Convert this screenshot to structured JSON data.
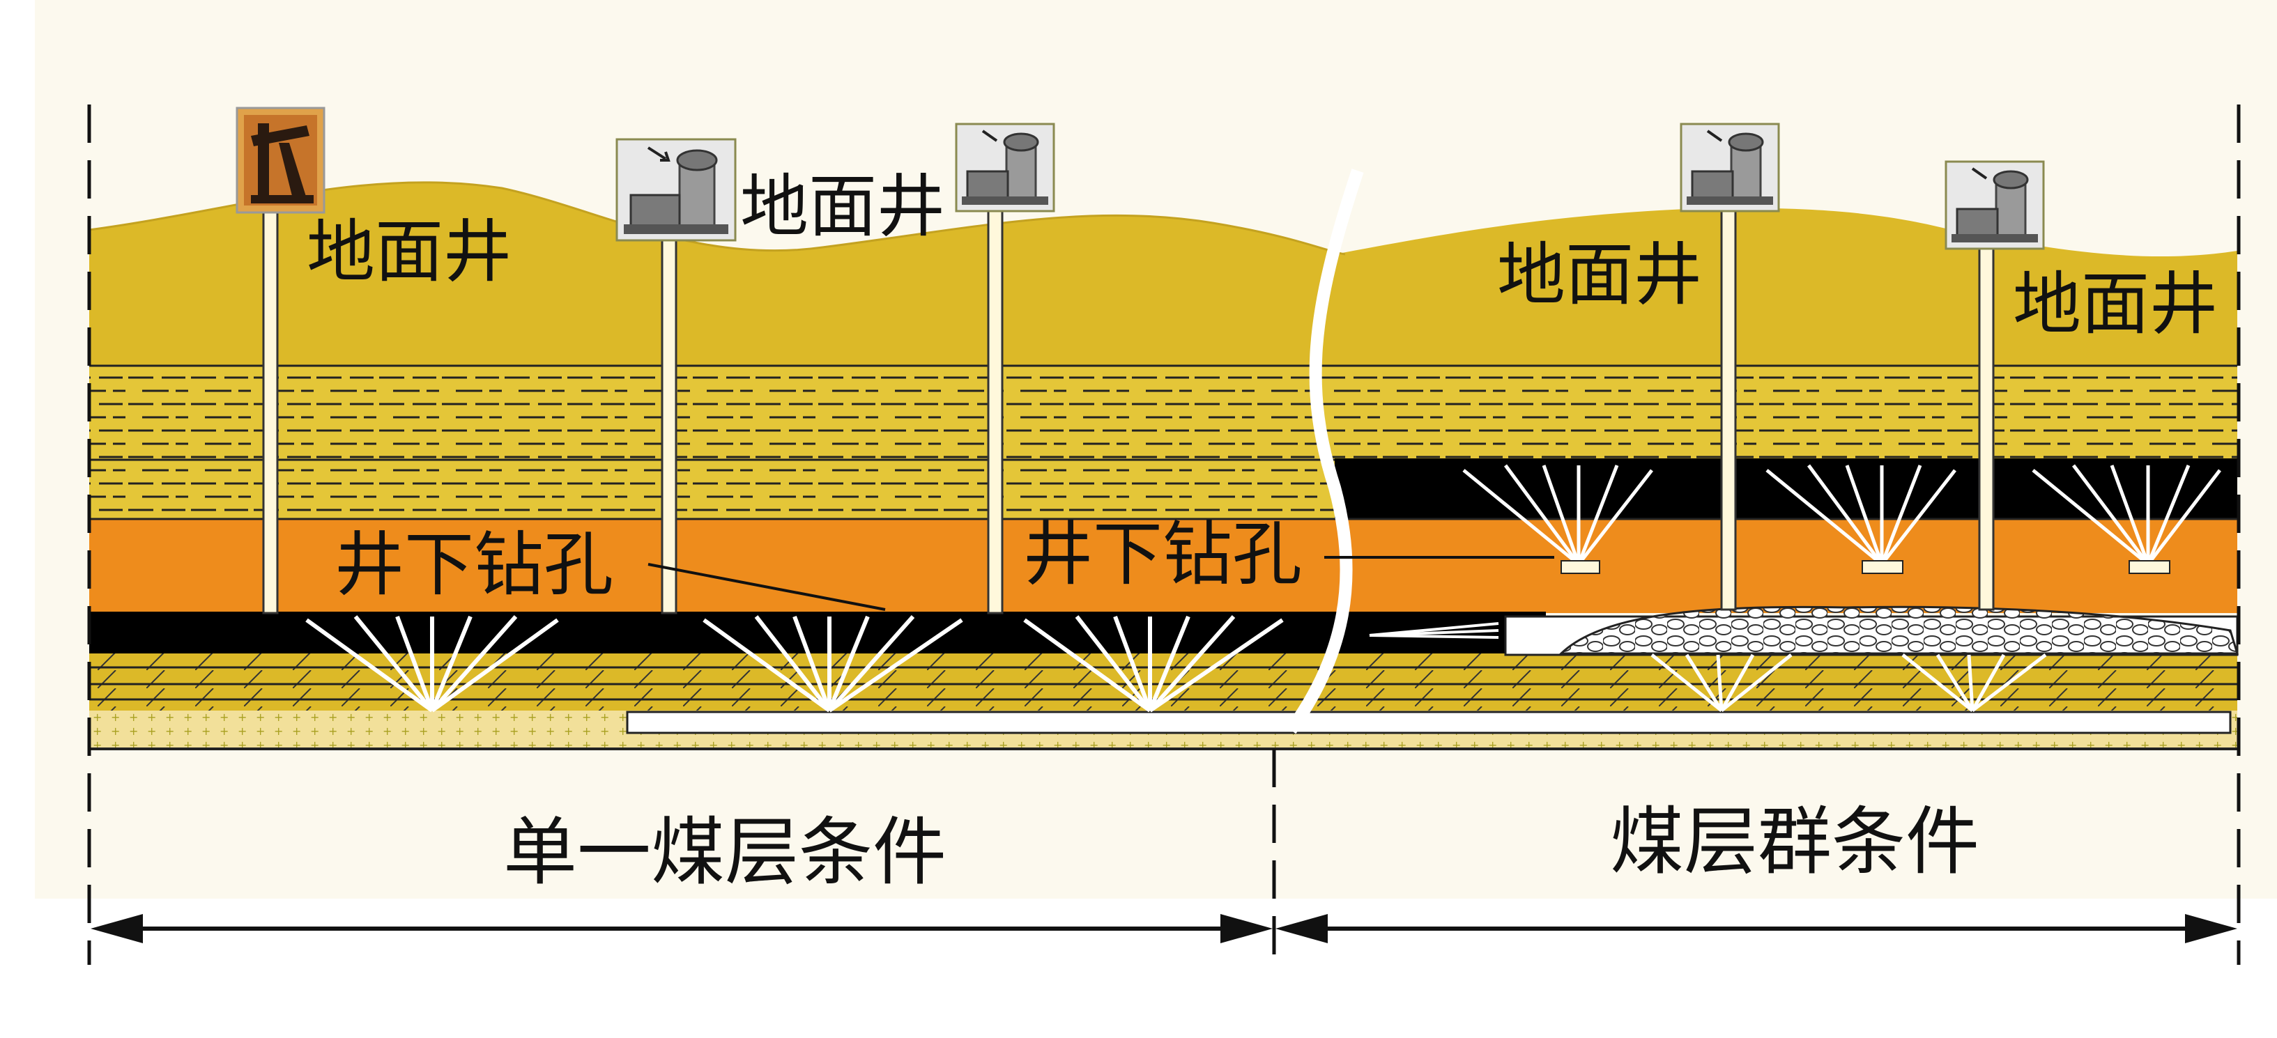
{
  "labels": {
    "surface_well": "地面井",
    "underground_drilling": "井下钻孔",
    "single_seam": "单一煤层条件",
    "seam_group": "煤层群条件"
  },
  "colors": {
    "sky": "#fcf9ee",
    "overburden": "#dcb928",
    "dashed_strata": "#e4c638",
    "orange_strata": "#ee8c1c",
    "coal": "#000000",
    "lower_strata": "#dcb928",
    "base_strata": "#f2e09a",
    "well_casing": "#fff8dc",
    "goaf_rubble": "#f4f4f4",
    "ink": "#111111"
  },
  "icons": {
    "pump_jack": "pumpjack-icon",
    "surface_pump": "wellhead-pump-icon",
    "drill_fan": "borehole-fan-icon"
  }
}
